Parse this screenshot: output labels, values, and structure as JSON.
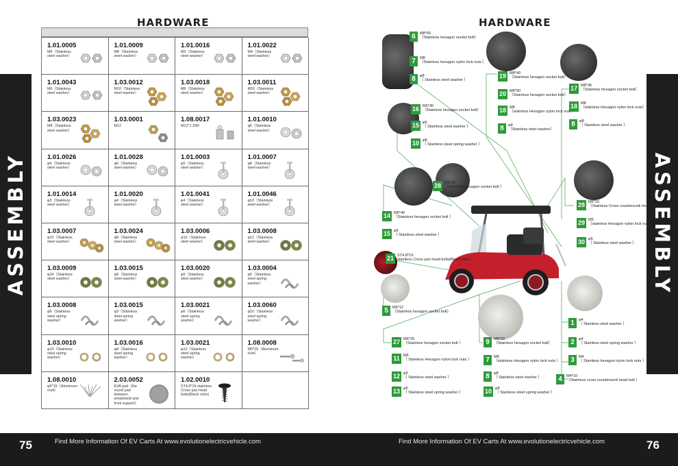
{
  "left_page": {
    "side_tab": "ASSEMBLY",
    "title": "HARDWARE",
    "page_number": "75",
    "footer_text": "Find More Information Of EV Carts At www.evolutionelectricvehicle.com",
    "parts": [
      {
        "code": "1.01.0005",
        "desc": "M5（Stainless steel washer）",
        "icon": "nut-pair"
      },
      {
        "code": "1.01.0009",
        "desc": "M8（Stainless steel washer）",
        "icon": "nut-pair"
      },
      {
        "code": "1.01.0016",
        "desc": "M3（Stainless steel washer）",
        "icon": "nut-pair"
      },
      {
        "code": "1.01.0022",
        "desc": "M4（Stainless steel washer）",
        "icon": "nut-pair"
      },
      {
        "code": "1.01.0043",
        "desc": "M6（Stainless steel washer）",
        "icon": "nut-pair"
      },
      {
        "code": "1.03.0012",
        "desc": "M10（Stainless steel washer）",
        "icon": "gold-nuts"
      },
      {
        "code": "1.03.0018",
        "desc": "M6（Stainless steel washer）",
        "icon": "gold-nuts"
      },
      {
        "code": "1.03.0011",
        "desc": "M16（Stainless steel washer）",
        "icon": "gold-nuts"
      },
      {
        "code": "1.03.0023",
        "desc": "M8（Stainless steel washer）",
        "icon": "gold-nuts"
      },
      {
        "code": "1.03.0001",
        "desc": "M12",
        "icon": "castle-nut"
      },
      {
        "code": "1.08.0017",
        "desc": "M12*1.25R",
        "icon": "grease-fitting"
      },
      {
        "code": "1.01.0010",
        "desc": "φ5（Stainless steel washer）",
        "icon": "flat-washer"
      },
      {
        "code": "1.01.0026",
        "desc": "φ6（Stainless steel washer）",
        "icon": "flat-washer"
      },
      {
        "code": "1.01.0028",
        "desc": "φ6（Stainless steel washer）",
        "icon": "flat-washer"
      },
      {
        "code": "1.01.0003",
        "desc": "φ5（Stainless steel washer）",
        "icon": "flat-washer-single"
      },
      {
        "code": "1.01.0007",
        "desc": "φ8（Stainless steel washer）",
        "icon": "flat-washer-single"
      },
      {
        "code": "1.01.0014",
        "desc": "φ3（Stainless steel washer）",
        "icon": "flat-washer-single"
      },
      {
        "code": "1.01.0020",
        "desc": "φ4（Stainless steel washer）",
        "icon": "flat-washer-single"
      },
      {
        "code": "1.01.0041",
        "desc": "φ4（Stainless steel washer）",
        "icon": "flat-washer-single"
      },
      {
        "code": "1.01.0046",
        "desc": "φ10（Stainless steel washer）",
        "icon": "flat-washer-single"
      },
      {
        "code": "1.03.0007",
        "desc": "φ10（Stainless steel washer）",
        "icon": "brass-washers"
      },
      {
        "code": "1.03.0024",
        "desc": "φ8（Stainless steel washer）",
        "icon": "brass-washers"
      },
      {
        "code": "1.03.0006",
        "desc": "φ10（Stainless steel washer）",
        "icon": "olive-washers"
      },
      {
        "code": "1.03.0008",
        "desc": "φ12（Stainless steel washer）",
        "icon": "olive-washers"
      },
      {
        "code": "1.03.0009",
        "desc": "φ24（Stainless steel washer）",
        "icon": "olive-washers"
      },
      {
        "code": "1.03.0015",
        "desc": "φ8（Stainless steel washer）",
        "icon": "olive-washers"
      },
      {
        "code": "1.03.0020",
        "desc": "φ6（Stainless steel washer）",
        "icon": "olive-washers"
      },
      {
        "code": "1.03.0004",
        "desc": "φ5（Stainless steel spring washer）",
        "icon": "spring-washer"
      },
      {
        "code": "1.03.0008",
        "desc": "φ8（Stainless steel spring washer）",
        "icon": "spring-washer"
      },
      {
        "code": "1.03.0015",
        "desc": "φ3（Stainless steel spring washer）",
        "icon": "spring-washer"
      },
      {
        "code": "1.03.0021",
        "desc": "φ6（Stainless steel spring washer）",
        "icon": "spring-washer"
      },
      {
        "code": "1.03.0060",
        "desc": "φ10（Stainless steel spring washer）",
        "icon": "spring-washer"
      },
      {
        "code": "1.03.0010",
        "desc": "φ10（Stainless steel spring washer）",
        "icon": "gold-rings"
      },
      {
        "code": "1.03.0016",
        "desc": "φ8（Stainless steel spring washer）",
        "icon": "gold-rings"
      },
      {
        "code": "1.03.0021",
        "desc": "φ10（Stainless steel spring washer）",
        "icon": "gold-rings"
      },
      {
        "code": "1.08.0008",
        "desc": "M5*25（Aluminum rivet）",
        "icon": "rivet"
      },
      {
        "code": "1.08.0010",
        "desc": "φ5*16（Aluminum rivet）",
        "icon": "rivet-fan"
      },
      {
        "code": "2.03.0052",
        "desc": "EVA pad（the round pad between windshield and front support）",
        "icon": "eva-pad"
      },
      {
        "code": "1.02.0010",
        "desc": "ST4.8*19 stainless Cross pan head bolts(Black color)",
        "icon": "black-screw"
      },
      {
        "code": "",
        "desc": "",
        "icon": "none"
      }
    ]
  },
  "right_page": {
    "side_tab": "ASSEMBLY",
    "title": "HARDWARE",
    "page_number": "76",
    "footer_text": "Find More Information Of EV Carts At www.evolutionelectricvehicle.com",
    "accent_color": "#2e9b3a",
    "callouts": [
      {
        "num": "6",
        "text": "M8*65\n（Stainless hexagon socket bolt）"
      },
      {
        "num": "7",
        "text": "M8\n（Stainless hexagon nylon lock nuts ）"
      },
      {
        "num": "8",
        "text": "φ8\n（ Stainless steel washer ）"
      },
      {
        "num": "19",
        "text": "M8*40\n（Stainless hexagon socket bolt）"
      },
      {
        "num": "20",
        "text": "M8*50\n（Stainless hexagon socket bolt）"
      },
      {
        "num": "18",
        "text": "M8\n（stainless Hexagon nylon lock nuts ）"
      },
      {
        "num": "8",
        "text": "φ8\n（Stainless steel washer）"
      },
      {
        "num": "17",
        "text": "M8*45\n（Stainless hexagon socket bolt）"
      },
      {
        "num": "18",
        "text": "M8\n（stainless Hexagon nylon lock nuts）"
      },
      {
        "num": "8",
        "text": "φ8\n（ Stainless steel washer ）"
      },
      {
        "num": "16",
        "text": "M6*45\n（Stainless hexagon socket bolt）"
      },
      {
        "num": "15",
        "text": "φ6\n（ Stainless steel washer ）"
      },
      {
        "num": "10",
        "text": "φ8\n（ Stainless steel spring washer ）"
      },
      {
        "num": "28",
        "text": "M5*20\n（Stainless hexagon socket bolt ）"
      },
      {
        "num": "14",
        "text": "M6*40\n（Stainless hexagon socket bolt ）"
      },
      {
        "num": "15",
        "text": "φ6\n（ Stainless steel washer ）"
      },
      {
        "num": "21",
        "text": "ST4.8*19\nstainless Cross pan head bolts(Black color)"
      },
      {
        "num": "5",
        "text": "M6*12\n（Stainless hexagon socket bolt）"
      },
      {
        "num": "28",
        "text": "M5*16\n（Stainless Cross countersunk head bolt ）"
      },
      {
        "num": "29",
        "text": "M5\n（stainless Hexagon nylon lock nuts ）"
      },
      {
        "num": "30",
        "text": "φ5\n（ Stainless steel washer ）"
      },
      {
        "num": "1",
        "text": "φ4\n（ Stainless steel washer ）"
      },
      {
        "num": "2",
        "text": "φ4\n（ Stainless steel spring washer ）"
      },
      {
        "num": "3",
        "text": "M4\n（ Stainless hexagon nylon lock nuts ）"
      },
      {
        "num": "4",
        "text": "M4*10\n（Stainless cross countersunk head bolt ）"
      },
      {
        "num": "27",
        "text": "M6*25\n（Stainless hexagon socket bolt ）"
      },
      {
        "num": "11",
        "text": "M6\n（ Stainless Hexagon nylon lock nuts ）"
      },
      {
        "num": "12",
        "text": "φ6\n（ Stainless steel washer ）"
      },
      {
        "num": "13",
        "text": "φ6\n（ Stainless steel spring washer ）"
      },
      {
        "num": "9",
        "text": "M8*20\n（Stainless hexagon socket bolt）"
      },
      {
        "num": "7",
        "text": "M8\n（stainless Hexagon nylon lock nuts ）"
      },
      {
        "num": "8",
        "text": "φ8\n（ Stainless steel washer ）"
      },
      {
        "num": "10",
        "text": "φ8\n（ Stainless steel spring washer ）"
      }
    ]
  }
}
